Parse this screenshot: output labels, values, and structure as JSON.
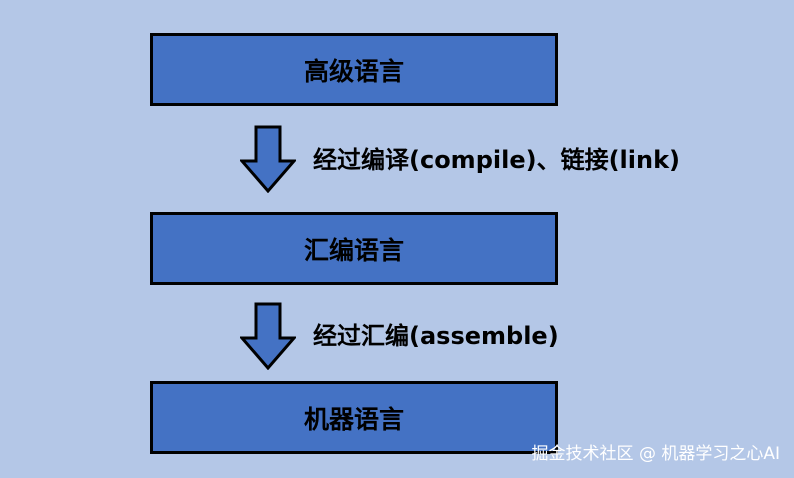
{
  "boxes": {
    "high_level": "高级语言",
    "assembly": "汇编语言",
    "machine": "机器语言"
  },
  "steps": {
    "compile_link": "经过编译(compile)、链接(link)",
    "assemble": "经过汇编(assemble)"
  },
  "watermark": "掘金技术社区 @ 机器学习之心AI",
  "colors": {
    "background": "#b4c7e7",
    "box_fill": "#4472c4",
    "arrow_fill": "#4472c4",
    "outline": "#000000"
  }
}
